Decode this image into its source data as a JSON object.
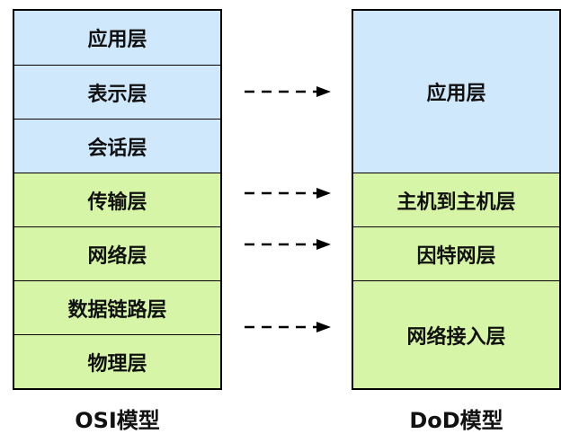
{
  "osi": {
    "title": "OSI模型",
    "layers": [
      "应用层",
      "表示层",
      "会话层",
      "传输层",
      "网络层",
      "数据链路层",
      "物理层"
    ]
  },
  "dod": {
    "title": "DoD模型",
    "layers": [
      "应用层",
      "主机到主机层",
      "因特网层",
      "网络接入层"
    ]
  },
  "colors": {
    "upper_layers": "#cfe8fb",
    "lower_layers": "#d6f5a6",
    "border": "#000000"
  }
}
